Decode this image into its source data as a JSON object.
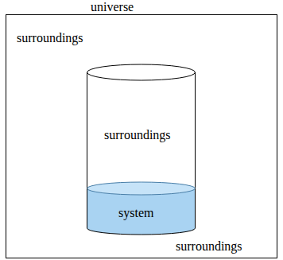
{
  "diagram": {
    "nodes": [
      {
        "text": [
          "universe",
          "surroundings",
          "surroundings"
        ]
      },
      {
        "text": [
          "surroundings"
        ],
        "in": 0
      },
      {
        "text": [
          "system"
        ],
        "in": 1
      }
    ]
  }
}
